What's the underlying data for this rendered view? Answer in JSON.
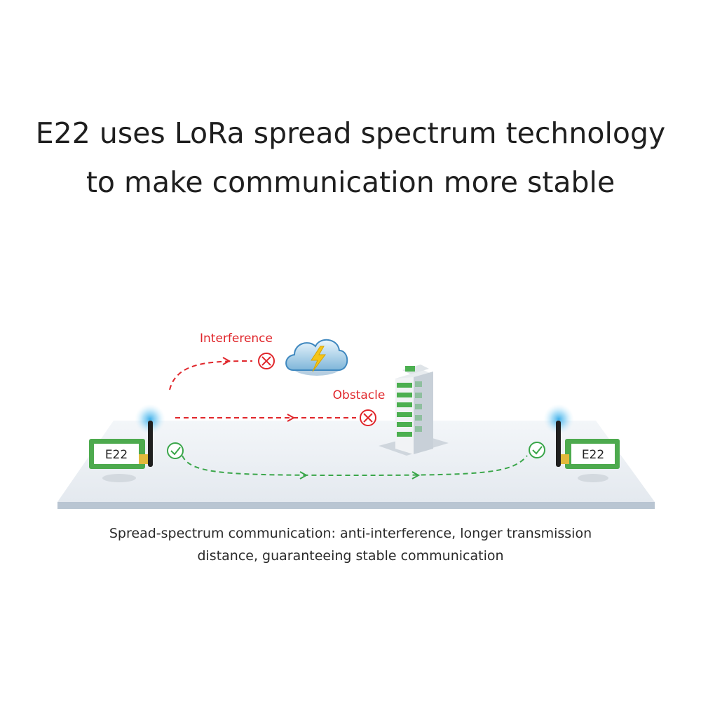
{
  "title": {
    "line1": "E22 uses LoRa spread spectrum technology",
    "line2": "to make communication more stable"
  },
  "labels": {
    "interference": "Interference",
    "obstacle": "Obstacle"
  },
  "modules": {
    "left": "E22",
    "right": "E22"
  },
  "caption": {
    "line1": "Spread-spectrum communication: anti-interference, longer transmission",
    "line2": "distance, guaranteeing stable communication"
  },
  "colors": {
    "fail_path": "#e0262b",
    "ok_path": "#3aa64a",
    "module_green": "#4daa4e",
    "antenna_glow": "#2aa6e6",
    "platform": "#e6ebf1"
  },
  "icons": {
    "fail": "cross-circle-icon",
    "ok": "check-circle-icon",
    "weather": "lightning-cloud-icon",
    "obstacle": "building-icon"
  }
}
